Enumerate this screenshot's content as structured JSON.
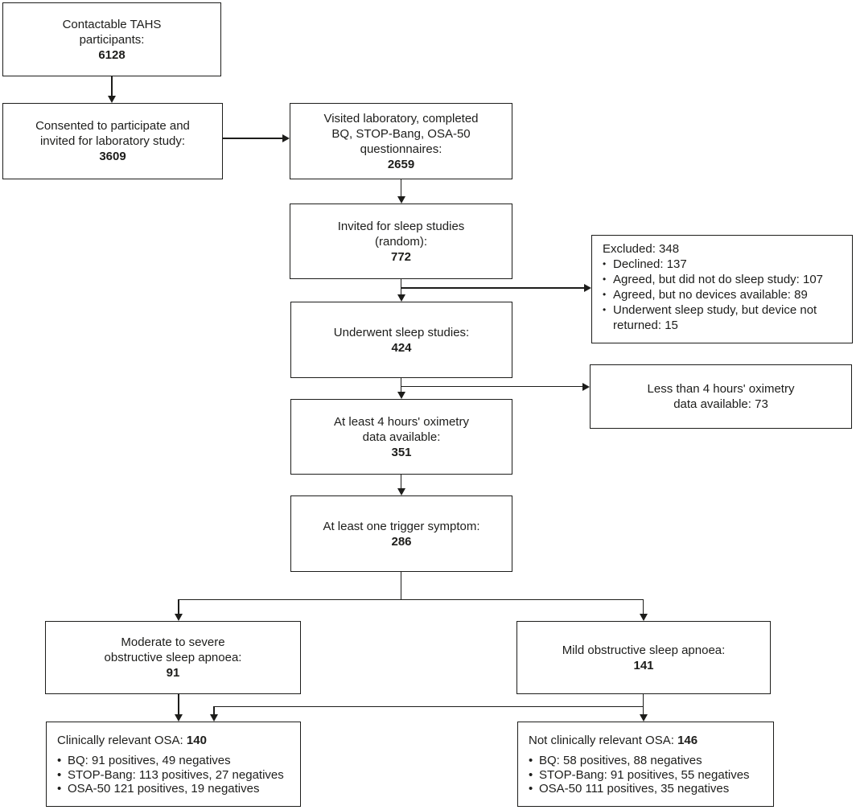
{
  "diagram": {
    "type": "participant-flow-chart",
    "background_color": "#ffffff",
    "line_color": "#1d1d1b",
    "text_color": "#1d1d1b"
  },
  "boxes": {
    "contactable": {
      "lines": [
        "Contactable TAHS",
        "participants:"
      ],
      "value": "6128"
    },
    "consented": {
      "lines": [
        "Consented to participate and",
        "invited for laboratory study:"
      ],
      "value": "3609"
    },
    "visited": {
      "lines": [
        "Visited laboratory, completed",
        "BQ, STOP-Bang, OSA-50",
        "questionnaires:"
      ],
      "value": "2659"
    },
    "invited": {
      "lines": [
        "Invited for sleep studies",
        "(random):"
      ],
      "value": "772"
    },
    "excluded": {
      "title": "Excluded: 348",
      "bullets": [
        "Declined: 137",
        "Agreed, but did not do sleep study: 107",
        "Agreed, but no devices available: 89",
        "Underwent sleep study, but device not returned: 15"
      ]
    },
    "underwent": {
      "lines": [
        "Underwent sleep studies:"
      ],
      "value": "424"
    },
    "oximetry_short": {
      "lines": [
        "Less than 4 hours' oximetry",
        "data available: 73"
      ]
    },
    "oximetry_ok": {
      "lines": [
        "At least 4 hours' oximetry",
        "data available:"
      ],
      "value": "351"
    },
    "trigger": {
      "lines": [
        "At least one trigger symptom:"
      ],
      "value": "286"
    },
    "moderate": {
      "lines": [
        "Moderate to severe",
        "obstructive sleep apnoea:"
      ],
      "value": "91"
    },
    "mild": {
      "lines": [
        "Mild obstructive sleep apnoea:"
      ],
      "value": "141"
    },
    "clin_relevant": {
      "title": "Clinically relevant OSA:",
      "value": "140",
      "bullets": [
        "BQ: 91 positives, 49 negatives",
        "STOP-Bang: 113 positives, 27 negatives",
        "OSA-50 121 positives, 19 negatives"
      ]
    },
    "not_clin_relevant": {
      "title": "Not clinically relevant OSA:",
      "value": "146",
      "bullets": [
        "BQ: 58 positives, 88 negatives",
        "STOP-Bang: 91 positives, 55 negatives",
        "OSA-50 111 positives, 35 negatives"
      ]
    }
  }
}
